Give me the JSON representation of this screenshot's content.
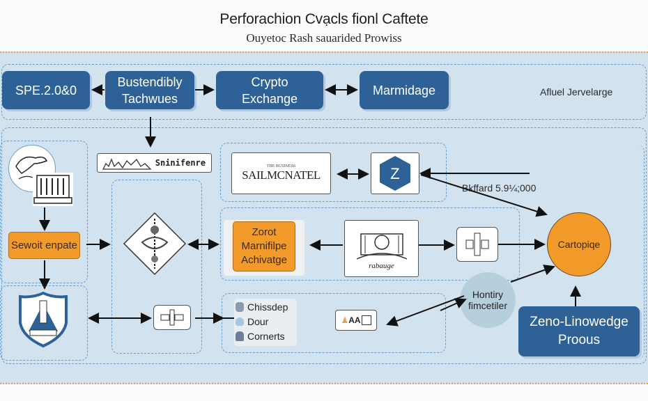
{
  "header": {
    "title": "Perforachion Cvạcls fionl Caftete",
    "subtitle": "Ouyetoc Rash sauarided Prowiss"
  },
  "top_row": {
    "box1": "SPE.2.0&0",
    "box2_line1": "Bustendibly",
    "box2_line2": "Tachwues",
    "box3_line1": "Crypto",
    "box3_line2": "Exchange",
    "box4": "Marmidage",
    "side_label": "Afluel Jervelarge"
  },
  "nodes": {
    "banner_label": "Sninifenre",
    "sailm_logo": "SAILMCNATEL",
    "sailm_small": "THE BUSINESS",
    "z_badge": "Z",
    "arrow_label": "Bkffard 5.9¼;000",
    "orange_left": "Sewoit enpate",
    "orange_mid_line1": "Zorot",
    "orange_mid_line2": "Marnifilpe",
    "orange_mid_line3": "Achivatge",
    "sketch_caption": "rabauge",
    "circle": "Cartopiqe",
    "hontiry_line1": "Hontiry",
    "hontiry_line2": "fimcetiler",
    "zk_line1": "Zeno-Linowedge",
    "zk_line2": "Proous",
    "aa_icon_text": "AA"
  },
  "legend_list": [
    {
      "icon": "person-icon",
      "label": "Chissdep"
    },
    {
      "icon": "cloud-icon",
      "label": "Dour"
    },
    {
      "icon": "lock-icon",
      "label": "Cornerts"
    }
  ],
  "colors": {
    "blue": "#2e6296",
    "orange": "#f29b2b",
    "canvas": "#d3e2ef",
    "dash": "#6a9cc6"
  }
}
